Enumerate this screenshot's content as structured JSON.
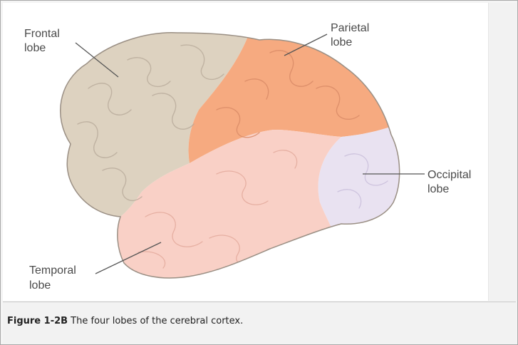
{
  "figure": {
    "labels": {
      "frontal": [
        "Frontal",
        "lobe"
      ],
      "parietal": [
        "Parietal",
        "lobe"
      ],
      "occipital": [
        "Occipital",
        "lobe"
      ],
      "temporal": [
        "Temporal",
        "lobe"
      ]
    },
    "colors": {
      "frontal": "#ddd2c0",
      "parietal": "#f6aa80",
      "temporal": "#f9d0c6",
      "occipital": "#e9e2f1",
      "outline": "#9a8f84",
      "leader": "#555555"
    }
  },
  "caption": {
    "figure_number": "Figure 1-2B",
    "text": " The four lobes of the cerebral cortex."
  }
}
